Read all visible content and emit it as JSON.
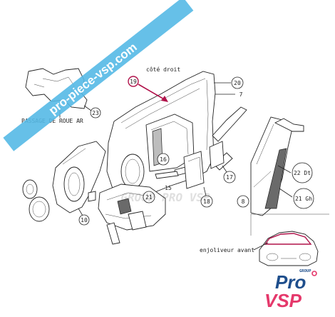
{
  "labels": {
    "cote_droit": "côté droit",
    "passage_roue": "PASSAGE DE ROUE AR",
    "enjoliveur": "enjoliveur avant"
  },
  "callouts": {
    "c19": "19",
    "c20": "20",
    "c7": "7",
    "c23": "23",
    "c16": "16",
    "c15": "15",
    "c21a": "21",
    "c18": "18",
    "c17": "17",
    "c8": "8",
    "c10": "10",
    "c22": "22 Dt",
    "c21b": "21 Gh"
  },
  "watermark": {
    "banner_text": "pro-piece-vsp.com",
    "center_text": "GROUP PRO VSP"
  },
  "logo": {
    "group": "GROUP",
    "pro": "Pro",
    "vsp": "VSP"
  },
  "colors": {
    "banner": "#55b9e6",
    "logo_red": "#e5386b",
    "logo_blue": "#1e4e8c",
    "highlight": "#b0124a"
  }
}
